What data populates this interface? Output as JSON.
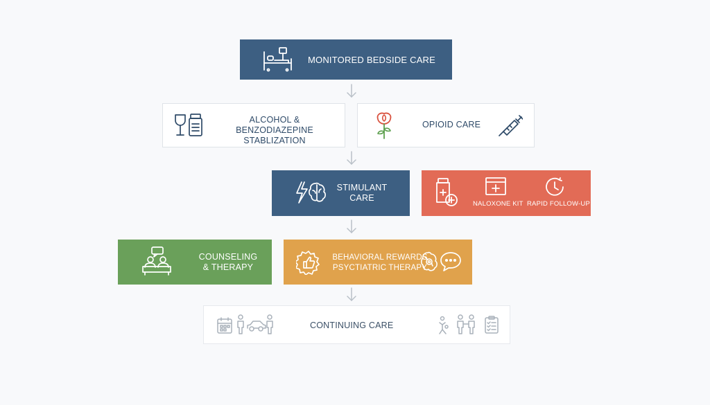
{
  "flow": {
    "monitored": {
      "label": "MONITORED BEDSIDE CARE",
      "icon": "hospital-bed-icon"
    },
    "alcohol": {
      "line1": "ALCOHOL & BENZODIAZEPINE",
      "line2": "STABLIZATION",
      "icons": [
        "wine-glass-icon",
        "pill-bottle-icon"
      ]
    },
    "opioid": {
      "label": "OPIOID CARE",
      "icons": [
        "poppy-flower-icon",
        "syringe-icon"
      ]
    },
    "stimulant": {
      "line1": "STIMULANT",
      "line2": "CARE",
      "icon": "brain-lightning-icon"
    },
    "naloxone": {
      "label": "NALOXONE KIT",
      "followup": "RAPID FOLLOW-UP",
      "icons": [
        "medicine-jar-icon",
        "first-aid-kit-icon",
        "clock-icon"
      ]
    },
    "counseling": {
      "line1": "COUNSELING",
      "line2": "& THERAPY",
      "icon": "counseling-couch-icon"
    },
    "behavioral": {
      "line1": "BEHAVIORAL REWARDS",
      "line2": "PSYCTIATRIC THERAPY",
      "icons": [
        "thumbs-up-gear-icon",
        "brain-icon",
        "speech-bubble-icon"
      ]
    },
    "continuing": {
      "label": "CONTINUING CARE",
      "icons": [
        "calendar-icon",
        "person-icon",
        "car-icon",
        "family-icon",
        "checklist-icon"
      ]
    }
  },
  "colors": {
    "navy": "#3d5f82",
    "coral": "#e26b56",
    "green": "#6aa05a",
    "amber": "#e0a24c",
    "outline": "#dfe3e8"
  }
}
